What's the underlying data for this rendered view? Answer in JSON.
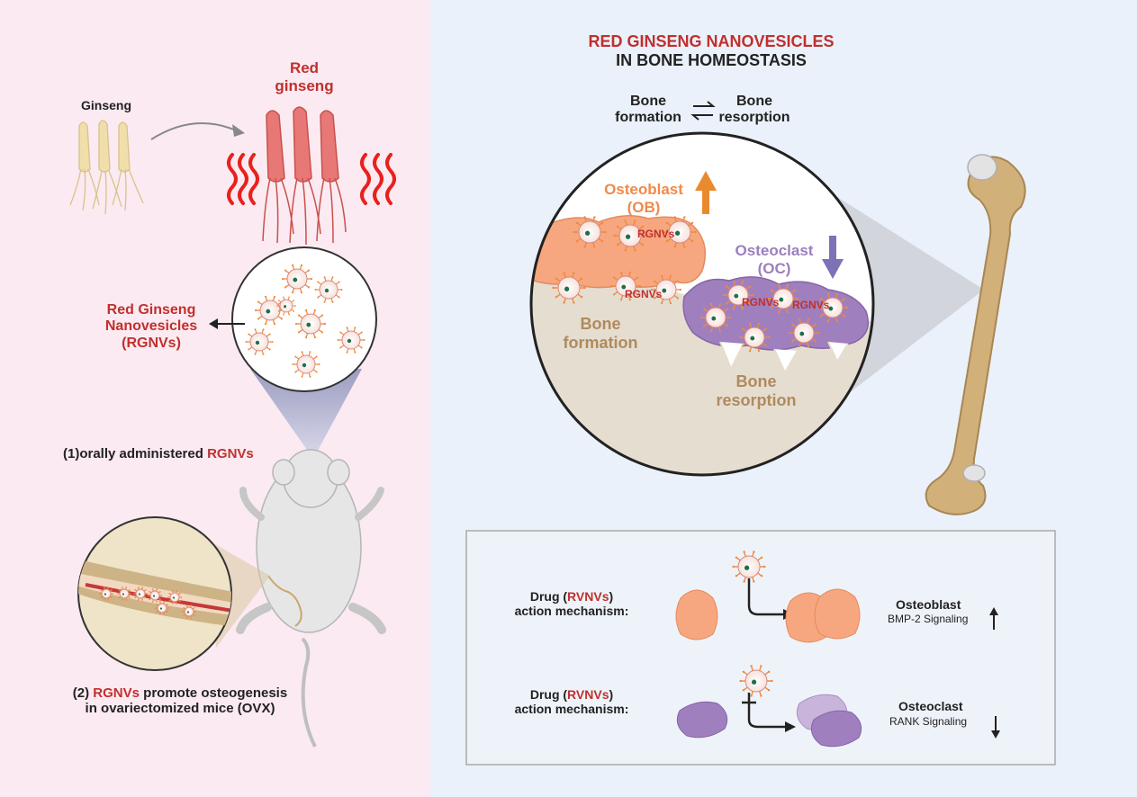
{
  "left_panel": {
    "ginseng_label": "Ginseng",
    "red_ginseng_label_line1": "Red",
    "red_ginseng_label_line2": "ginseng",
    "rgnv_label_line1": "Red Ginseng",
    "rgnv_label_line2": "Nanovesicles",
    "rgnv_label_line3": "(RGNVs)",
    "step1_prefix": "(1)orally administered ",
    "step1_highlight": "RGNVs",
    "step2_prefix": "(2) ",
    "step2_highlight": "RGNVs",
    "step2_rest": " promote osteogenesis",
    "step2_line2": "in ovariectomized mice (OVX)"
  },
  "right_panel": {
    "title_line1": "RED GINSENG NANOVESICLES",
    "title_line2": "IN BONE HOMEOSTASIS",
    "bone_formation_top_line1": "Bone",
    "bone_formation_top_line2": "formation",
    "bone_resorption_top_line1": "Bone",
    "bone_resorption_top_line2": "resorption",
    "osteoblast_line1": "Osteoblast",
    "osteoblast_line2": "(OB)",
    "osteoclast_line1": "Osteoclast",
    "osteoclast_line2": "(OC)",
    "rgnvs_tag": "RGNVs",
    "circle_bone_formation_line1": "Bone",
    "circle_bone_formation_line2": "formation",
    "circle_bone_resorption_line1": "Bone",
    "circle_bone_resorption_line2": "resorption"
  },
  "mechanism_box": {
    "row1": {
      "drug_prefix": "Drug (",
      "drug_highlight": "RVNVs",
      "drug_suffix": ")",
      "action": "action mechanism:",
      "cell": "Osteoblast",
      "signal": "BMP-2 Signaling"
    },
    "row2": {
      "drug_prefix": "Drug (",
      "drug_highlight": "RVNVs",
      "drug_suffix": ")",
      "action": "action mechanism:",
      "cell": "Osteoclast",
      "signal": "RANK Signaling"
    }
  },
  "colors": {
    "left_bg": "#fbeaf1",
    "right_bg": "#eaf1fa",
    "accent_red": "#c0302e",
    "osteoblast": "#f7a77f",
    "osteoclast": "#a07fbe",
    "bone": "#d2b07a",
    "bone_matrix": "#e5ddd0"
  }
}
